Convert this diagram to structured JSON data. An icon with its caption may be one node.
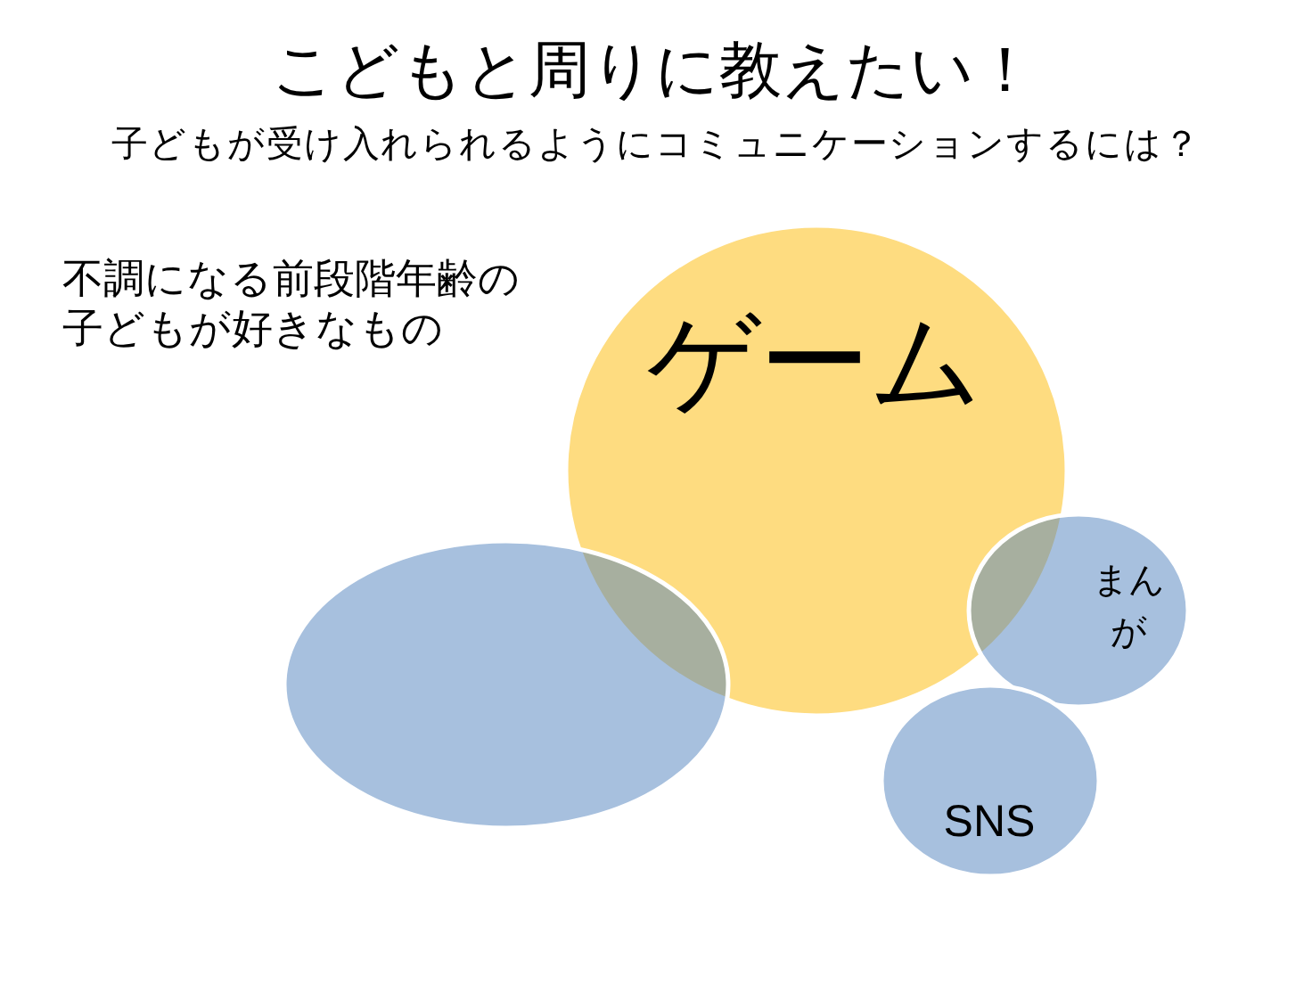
{
  "diagram": {
    "title": "こどもと周りに教えたい！",
    "nodes": [
      {
        "text": [
          "ゲーム"
        ]
      },
      {
        "text": [],
        "shape": "ellipse"
      },
      {
        "text": [
          "まんが"
        ]
      },
      {
        "text": [
          "SNS"
        ]
      }
    ],
    "labels": [
      "子どもが受け入れられるようにコミュニケーションするには？",
      "不調になる前段階年齢の子どもが好きなもの"
    ]
  }
}
